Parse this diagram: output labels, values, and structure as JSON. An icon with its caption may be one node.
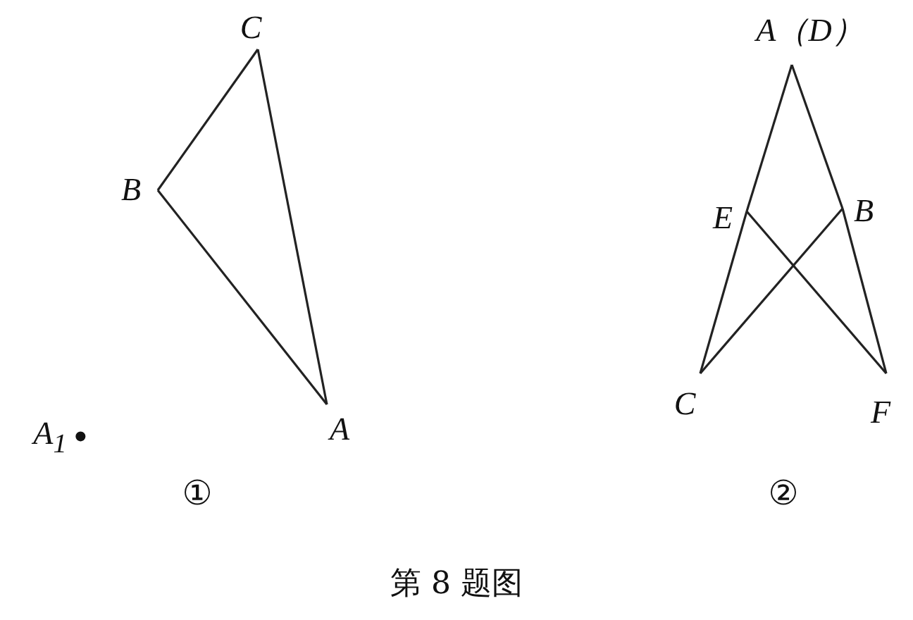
{
  "diagram": {
    "caption": "第 8 题图",
    "nodes": [
      {
        "text": [
          "C"
        ]
      },
      {
        "text": [
          "B"
        ]
      },
      {
        "text": [
          "A"
        ]
      },
      {
        "text": [
          "A$_{1}$"
        ]
      },
      {
        "text": [
          "A（D）"
        ]
      },
      {
        "text": [
          "E"
        ]
      },
      {
        "text": [
          "B"
        ]
      },
      {
        "text": [
          "C"
        ]
      },
      {
        "text": [
          "F"
        ]
      }
    ],
    "edges": [
      {
        "from": 0,
        "to": 1,
        "arrow": "none"
      },
      {
        "from": 1,
        "to": 2,
        "arrow": "none"
      },
      {
        "from": 2,
        "to": 0,
        "arrow": "none"
      },
      {
        "from": 4,
        "to": 5,
        "arrow": "none"
      },
      {
        "from": 5,
        "to": 7,
        "arrow": "none"
      },
      {
        "from": 4,
        "to": 6,
        "arrow": "none"
      },
      {
        "from": 6,
        "to": 8,
        "arrow": "none"
      },
      {
        "from": 5,
        "to": 8,
        "arrow": "none"
      },
      {
        "from": 6,
        "to": 7,
        "arrow": "none"
      }
    ],
    "labels": [
      "①",
      "②"
    ]
  }
}
